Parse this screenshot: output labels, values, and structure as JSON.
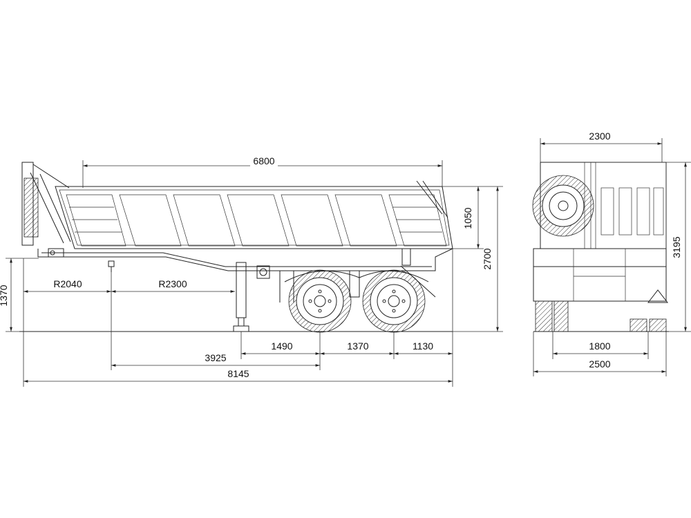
{
  "side_view": {
    "overall_length": "8145",
    "body_length": "6800",
    "body_side_height": "1050",
    "total_height": "2700",
    "fifth_wheel_height": "1370",
    "front_radius": "R2040",
    "rear_radius": "R2300",
    "kingpin_to_first_axle": "3925",
    "leg_to_first_axle": "1490",
    "axle_spacing": "1370",
    "rear_overhang": "1130"
  },
  "rear_view": {
    "body_width": "2300",
    "total_height": "3195",
    "track_width": "1800",
    "overall_width": "2500"
  }
}
